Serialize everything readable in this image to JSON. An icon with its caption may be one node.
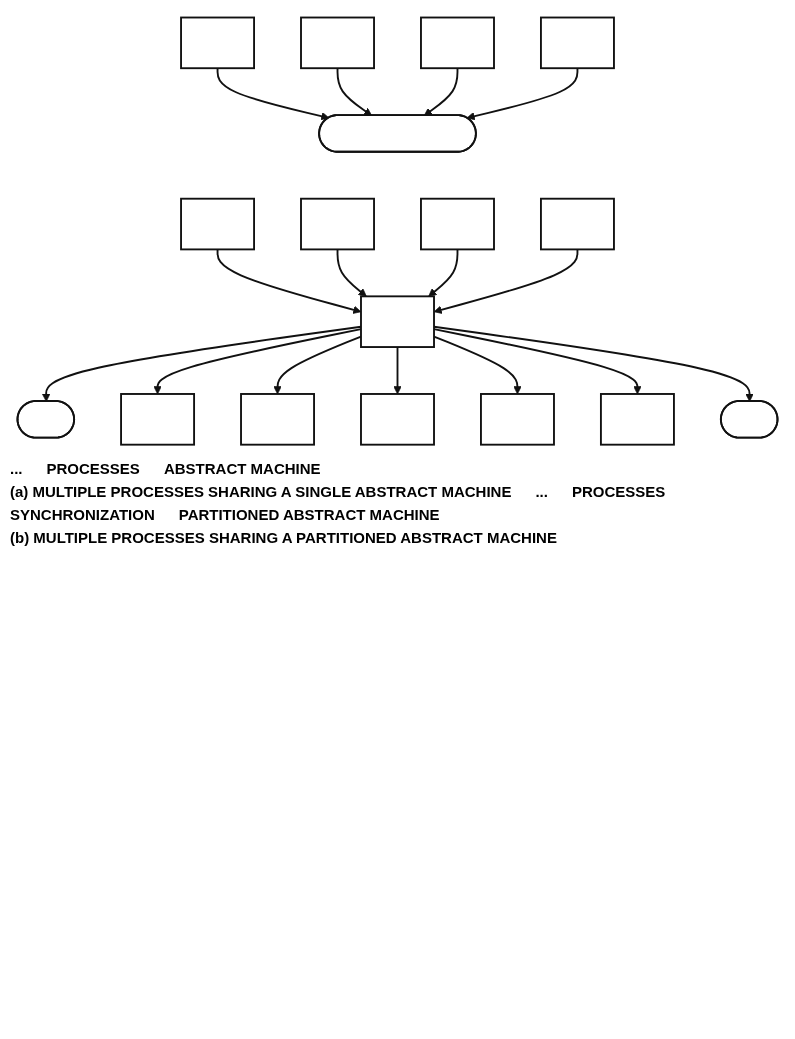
{
  "diagram": {
    "nodes": [
      {
        "text": [],
        "shape": "box"
      },
      {
        "text": [],
        "shape": "box"
      },
      {
        "text": [],
        "shape": "box"
      },
      {
        "text": [],
        "shape": "box"
      },
      {
        "text": [],
        "shape": "stadium"
      },
      {
        "text": [],
        "shape": "box"
      },
      {
        "text": [],
        "shape": "box"
      },
      {
        "text": [],
        "shape": "box"
      },
      {
        "text": [],
        "shape": "box"
      },
      {
        "text": [],
        "shape": "box"
      },
      {
        "text": [],
        "shape": "stadium"
      },
      {
        "text": [],
        "shape": "box"
      },
      {
        "text": [],
        "shape": "box"
      },
      {
        "text": [],
        "shape": "box"
      },
      {
        "text": [],
        "shape": "box"
      },
      {
        "text": [],
        "shape": "box"
      },
      {
        "text": [],
        "shape": "stadium"
      }
    ],
    "edges": [
      {
        "from": 0,
        "to": 4,
        "arrow": "to"
      },
      {
        "from": 1,
        "to": 4,
        "arrow": "to"
      },
      {
        "from": 2,
        "to": 4,
        "arrow": "to"
      },
      {
        "from": 3,
        "to": 4,
        "arrow": "to"
      },
      {
        "from": 5,
        "to": 9,
        "arrow": "to"
      },
      {
        "from": 6,
        "to": 9,
        "arrow": "to"
      },
      {
        "from": 7,
        "to": 9,
        "arrow": "to"
      },
      {
        "from": 8,
        "to": 9,
        "arrow": "to"
      },
      {
        "from": 9,
        "to": 10,
        "arrow": "to"
      },
      {
        "from": 9,
        "to": 11,
        "arrow": "to"
      },
      {
        "from": 9,
        "to": 12,
        "arrow": "to"
      },
      {
        "from": 9,
        "to": 13,
        "arrow": "to"
      },
      {
        "from": 9,
        "to": 14,
        "arrow": "to"
      },
      {
        "from": 9,
        "to": 15,
        "arrow": "to"
      },
      {
        "from": 9,
        "to": 16,
        "arrow": "to"
      }
    ],
    "labels": [
      "...",
      "PROCESSES",
      "ABSTRACT MACHINE",
      "(a) MULTIPLE PROCESSES SHARING A SINGLE ABSTRACT MACHINE",
      "...",
      "PROCESSES",
      "SYNCHRONIZATION",
      "PARTITIONED ABSTRACT MACHINE",
      "(b) MULTIPLE PROCESSES SHARING A PARTITIONED ABSTRACT MACHINE"
    ]
  }
}
